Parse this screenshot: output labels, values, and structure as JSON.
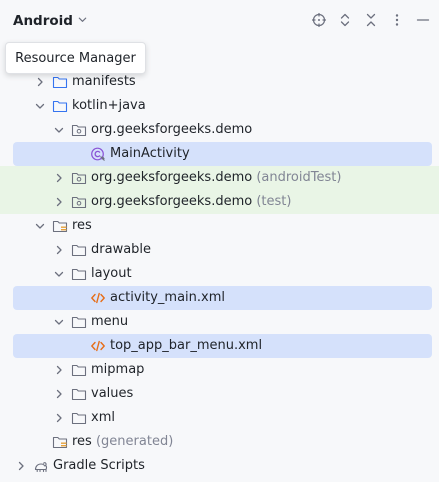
{
  "toolbar": {
    "view_title": "Android",
    "icons": [
      "crosshair-icon",
      "expand-all-icon",
      "collapse-all-icon",
      "more-vertical-icon",
      "minimize-icon"
    ]
  },
  "tooltip": {
    "text": "Resource Manager"
  },
  "tree": {
    "manifests": "manifests",
    "kotlin_java": "kotlin+java",
    "pkg_main": "org.geeksforgeeks.demo",
    "main_activity": "MainActivity",
    "pkg_android_test": "org.geeksforgeeks.demo",
    "android_test_tag": "(androidTest)",
    "pkg_test": "org.geeksforgeeks.demo",
    "test_tag": "(test)",
    "res": "res",
    "drawable": "drawable",
    "layout": "layout",
    "activity_main": "activity_main.xml",
    "menu": "menu",
    "top_app_bar_menu": "top_app_bar_menu.xml",
    "mipmap": "mipmap",
    "values": "values",
    "xml": "xml",
    "res_generated": "res",
    "generated_tag": "(generated)",
    "gradle_scripts": "Gradle Scripts"
  },
  "colors": {
    "selection": "#d5e1fb",
    "test_highlight": "#e9f5e6",
    "folder_blue": "#3574f0",
    "xml_orange": "#e66d17",
    "class_purple": "#8a54d6"
  }
}
